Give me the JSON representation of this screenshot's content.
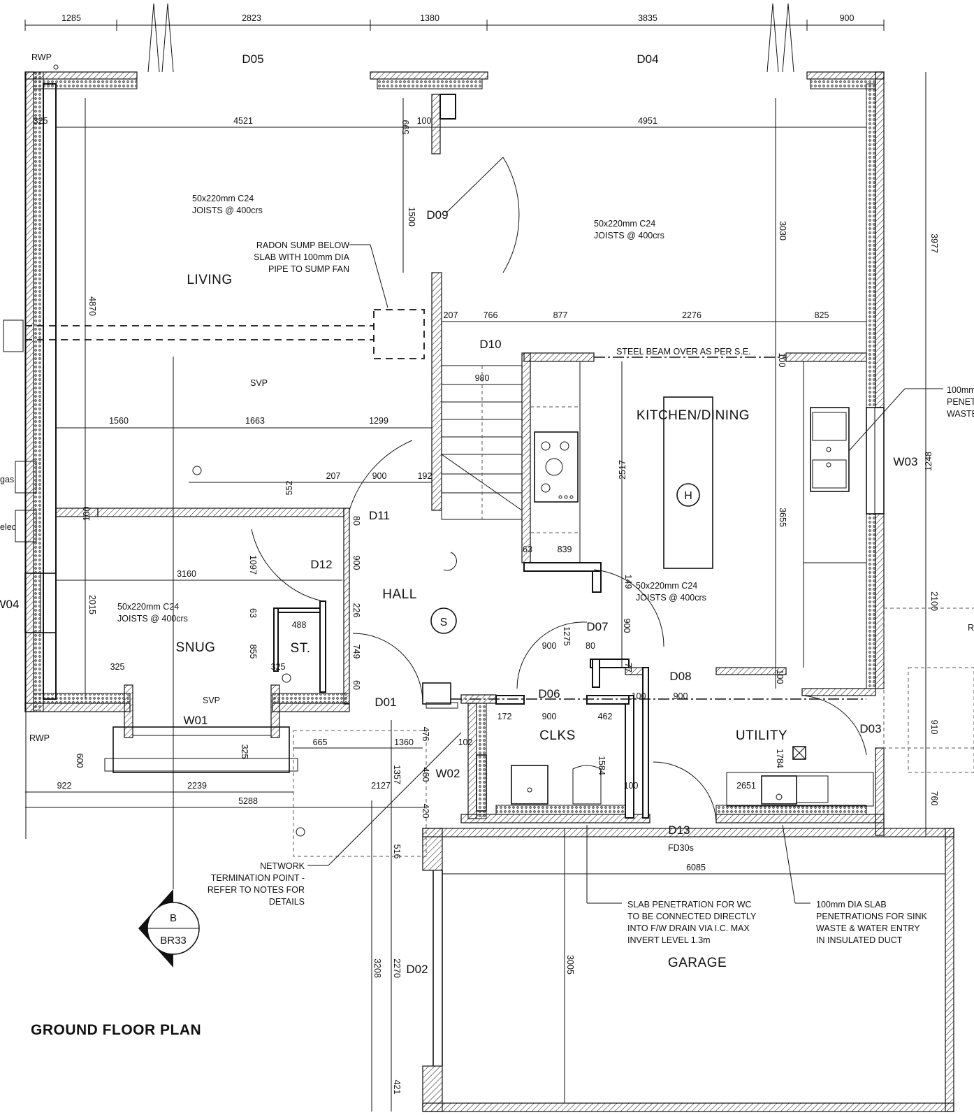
{
  "drawing": {
    "title": "GROUND FLOOR PLAN",
    "section_marker": {
      "letter": "B",
      "sheet": "BR33"
    }
  },
  "rooms": {
    "living": "LIVING",
    "kitchen_dining": "KITCHEN/DINING",
    "hall": "HALL",
    "snug": "SNUG",
    "clks": "CLKS",
    "utility": "UTILITY",
    "garage": "GARAGE",
    "store": "ST."
  },
  "openings": {
    "d05": "D05",
    "d04": "D04",
    "d09": "D09",
    "d10": "D10",
    "d11": "D11",
    "d12": "D12",
    "d07": "D07",
    "d06": "D06",
    "d08": "D08",
    "d01": "D01",
    "d03": "D03",
    "d13": "D13",
    "d02": "D02",
    "w01": "W01",
    "w02": "W02",
    "w03": "W03",
    "w04": "W04"
  },
  "labels": {
    "rwp": "RWP",
    "svp": "SVP",
    "gas": "gas",
    "elec": "elec",
    "fd30s": "FD30s",
    "hob_h": "H",
    "smoke_s": "S",
    "steel_beam": "STEEL BEAM OVER AS PER S.E.",
    "joists_line1": "50x220mm C24",
    "joists_line2": "JOISTS @ 400crs",
    "radon_note": [
      "RADON SUMP BELOW",
      "SLAB WITH 100mm DIA",
      "PIPE TO SUMP FAN"
    ],
    "network_note": [
      "NETWORK",
      "TERMINATION POINT -",
      "REFER TO NOTES FOR",
      "DETAILS"
    ],
    "slab_wc_note": [
      "SLAB PENETRATION FOR WC",
      "TO BE CONNECTED DIRECTLY",
      "INTO F/W DRAIN VIA I.C. MAX",
      "INVERT LEVEL 1.3m"
    ],
    "sink_note": [
      "100mm DIA SLAB",
      "PENETRATIONS FOR SINK",
      "WASTE & WATER ENTRY",
      "IN INSULATED DUCT"
    ],
    "penet_note": [
      "100mm",
      "PENET",
      "WASTE"
    ],
    "r_partial": "R"
  },
  "dimensions": {
    "top": [
      "1285",
      "2823",
      "1380",
      "3835",
      "900"
    ],
    "living_width": "4521",
    "kitchen_width": "4951",
    "wall_325": "325",
    "d100": "100",
    "d599": "599",
    "d1500": "1500",
    "d3030": "3030",
    "d3977": "3977",
    "d4870": "4870",
    "d207": "207",
    "d766": "766",
    "d877": "877",
    "d2276": "2276",
    "d825": "825",
    "d980": "980",
    "d1560": "1560",
    "d1663": "1663",
    "d1299": "1299",
    "d552": "552",
    "d900": "900",
    "d192": "192",
    "d80": "80",
    "d2517": "2517",
    "d1248": "1248",
    "d3655": "3655",
    "d63": "63",
    "d839": "839",
    "d149": "149",
    "d1097": "1097",
    "d3160": "3160",
    "d2015": "2015",
    "d226": "226",
    "d488": "488",
    "d855": "855",
    "d749": "749",
    "d60": "60",
    "d1275": "1275",
    "d77": "77",
    "d2100": "2100",
    "d172": "172",
    "d462": "462",
    "d600": "600",
    "d665": "665",
    "d1360": "1360",
    "d476": "476",
    "d102": "102",
    "d1357": "1357",
    "d460": "460",
    "d1584": "1584",
    "d1784": "1784",
    "d910": "910",
    "d922": "922",
    "d2239": "2239",
    "d5288": "5288",
    "d2127": "2127",
    "d420": "420",
    "d2651": "2651",
    "d760": "760",
    "d516": "516",
    "d6085": "6085",
    "d3208": "3208",
    "d2270": "2270",
    "d3005": "3005",
    "d421": "421"
  }
}
